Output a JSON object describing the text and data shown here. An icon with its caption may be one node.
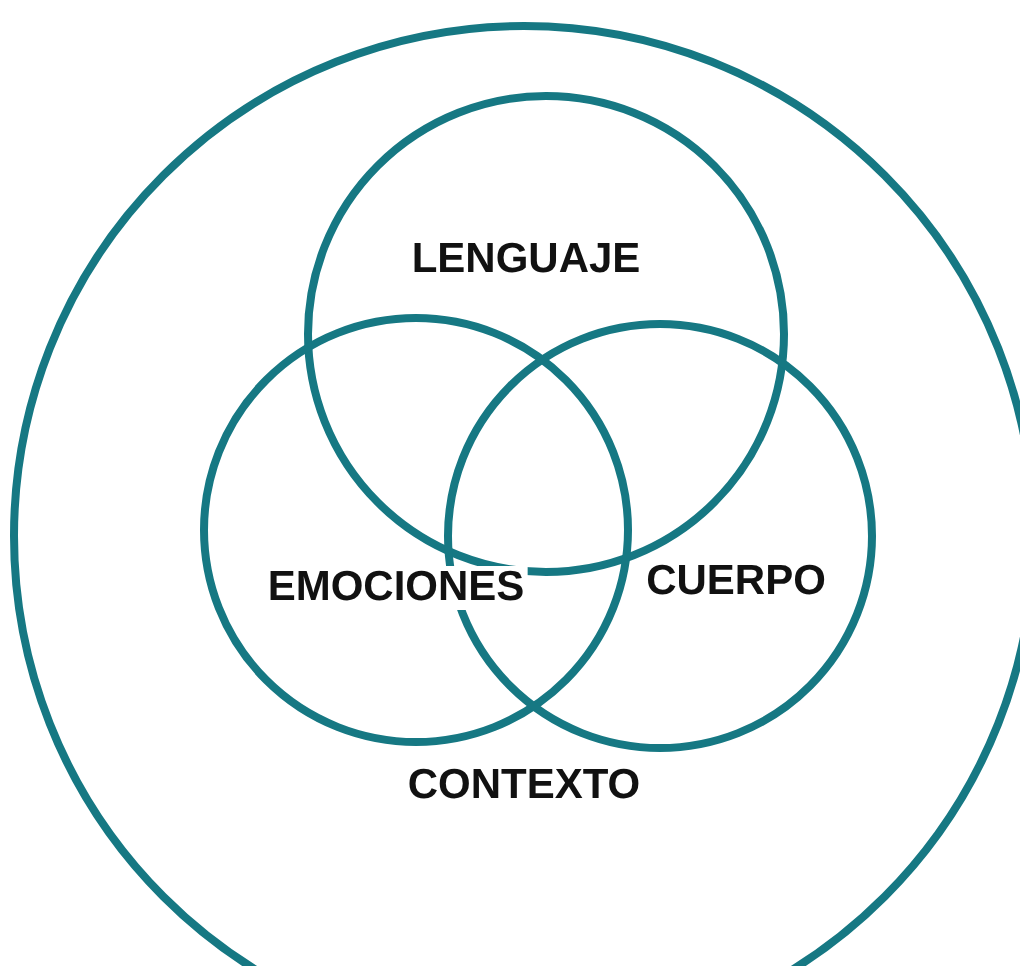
{
  "diagram": {
    "nodes": [
      {
        "text": [
          "CONTEXTO"
        ]
      },
      {
        "text": [
          "LENGUAJE"
        ],
        "in": 0
      },
      {
        "text": [
          "EMOCIONES"
        ],
        "in": 0
      },
      {
        "text": [
          "CUERPO"
        ],
        "in": 0
      }
    ],
    "edges": []
  }
}
